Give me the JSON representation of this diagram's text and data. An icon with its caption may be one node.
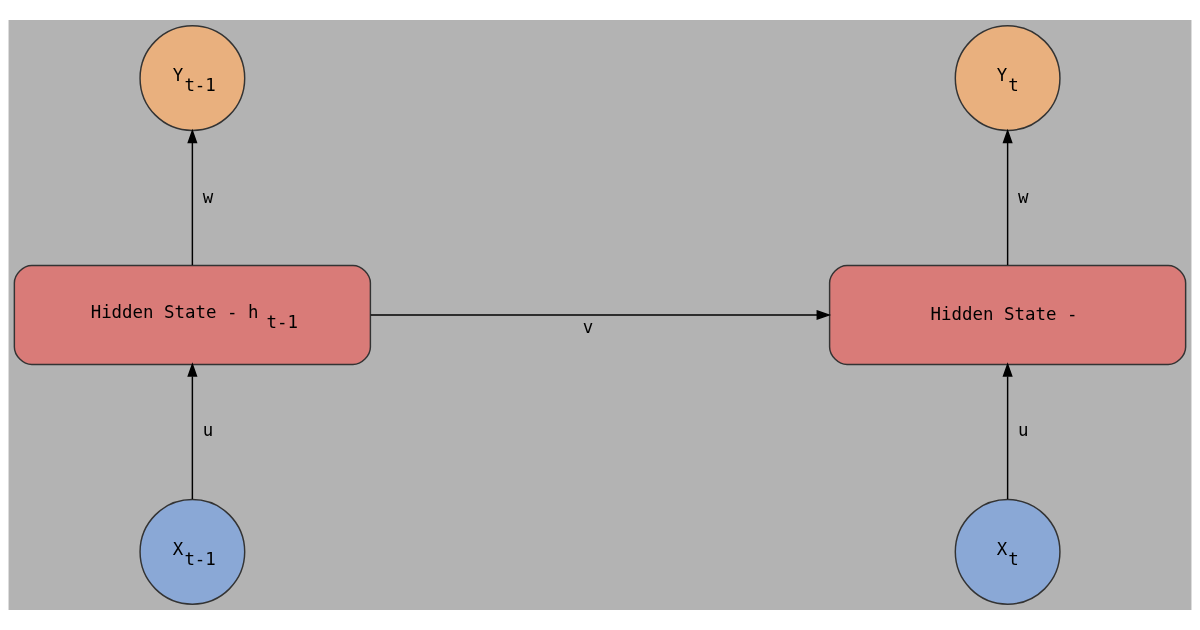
{
  "diagram": {
    "nodes": [
      {
        "text": [
          "Y$_{t-1}$"
        ]
      },
      {
        "text": [
          "Y$_{t}$"
        ]
      },
      {
        "text": [
          "Hidden State - h$_{t-1}$"
        ]
      },
      {
        "text": [
          "Hidden State -"
        ]
      },
      {
        "text": [
          "X$_{t-1}$"
        ]
      },
      {
        "text": [
          "X$_{t}$"
        ]
      }
    ],
    "edges": [
      {
        "from": 4,
        "to": 2,
        "arrow": "to",
        "label": "u"
      },
      {
        "from": 2,
        "to": 0,
        "arrow": "to",
        "label": "w"
      },
      {
        "from": 2,
        "to": 3,
        "arrow": "to",
        "label": "v"
      },
      {
        "from": 5,
        "to": 3,
        "arrow": "to",
        "label": "u"
      },
      {
        "from": 3,
        "to": 1,
        "arrow": "to",
        "label": "w"
      }
    ]
  }
}
